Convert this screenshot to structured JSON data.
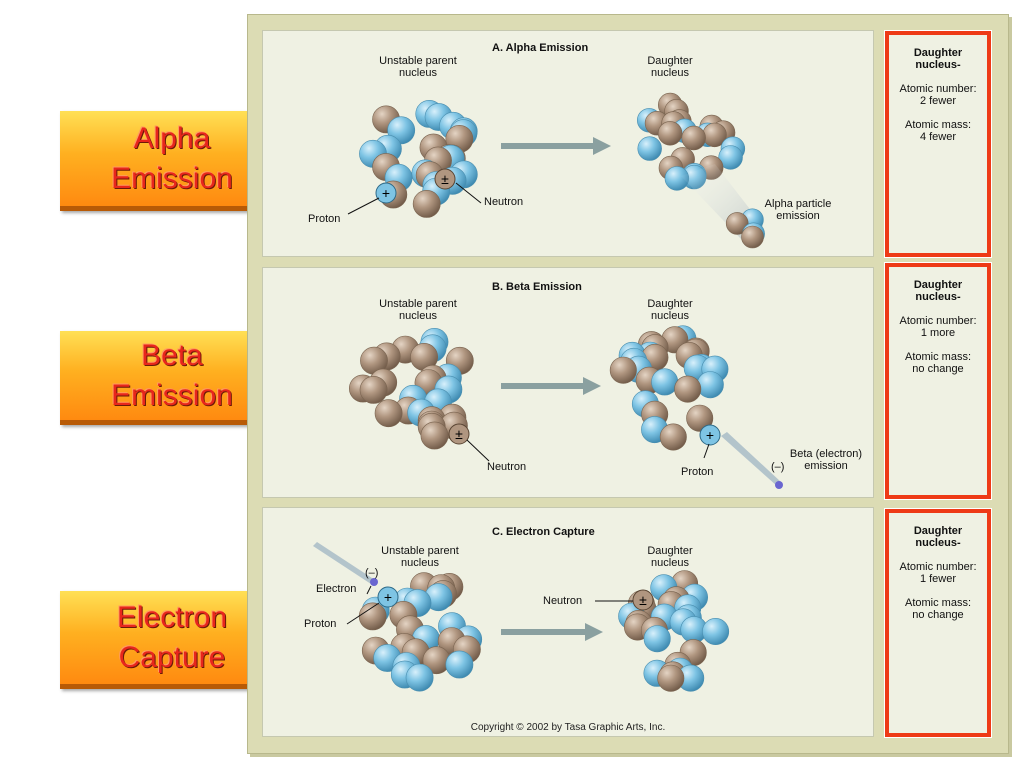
{
  "side_labels": {
    "alpha": [
      "Alpha",
      "Emission"
    ],
    "beta": [
      "Beta",
      "Emission"
    ],
    "capture": [
      "Electron",
      "Capture"
    ]
  },
  "panels": {
    "alpha": {
      "title": "A. Alpha Emission",
      "parent_label": [
        "Unstable parent",
        "nucleus"
      ],
      "daughter_label": [
        "Daughter",
        "nucleus"
      ],
      "proton_label": "Proton",
      "neutron_label": "Neutron",
      "emission_label": [
        "Alpha particle",
        "emission"
      ]
    },
    "beta": {
      "title": "B. Beta Emission",
      "parent_label": [
        "Unstable parent",
        "nucleus"
      ],
      "daughter_label": [
        "Daughter",
        "nucleus"
      ],
      "neutron_label": "Neutron",
      "proton_label": "Proton",
      "emission_label": [
        "Beta (electron)",
        "emission"
      ],
      "minus_sign": "(–)"
    },
    "capture": {
      "title": "C. Electron Capture",
      "parent_label": [
        "Unstable parent",
        "nucleus"
      ],
      "daughter_label": [
        "Daughter",
        "nucleus"
      ],
      "electron_label": "Electron",
      "proton_label": "Proton",
      "neutron_label": "Neutron",
      "minus_sign": "(–)"
    }
  },
  "summaries": {
    "alpha": {
      "head": [
        "Daughter",
        "nucleus-"
      ],
      "number": [
        "Atomic number:",
        "2 fewer"
      ],
      "mass": [
        "Atomic mass:",
        "4 fewer"
      ]
    },
    "beta": {
      "head": [
        "Daughter",
        "nucleus-"
      ],
      "number": [
        "Atomic number:",
        "1 more"
      ],
      "mass": [
        "Atomic mass:",
        "no change"
      ]
    },
    "capture": {
      "head": [
        "Daughter",
        "nucleus-"
      ],
      "number": [
        "Atomic number:",
        "1 fewer"
      ],
      "mass": [
        "Atomic mass:",
        "no change"
      ]
    }
  },
  "copyright": "Copyright © 2002 by Tasa Graphic Arts, Inc.",
  "colors": {
    "proton": "#7ec4e4",
    "neutron": "#b09680",
    "label_text": "#e8261c",
    "summary_border": "#ee3a16"
  }
}
